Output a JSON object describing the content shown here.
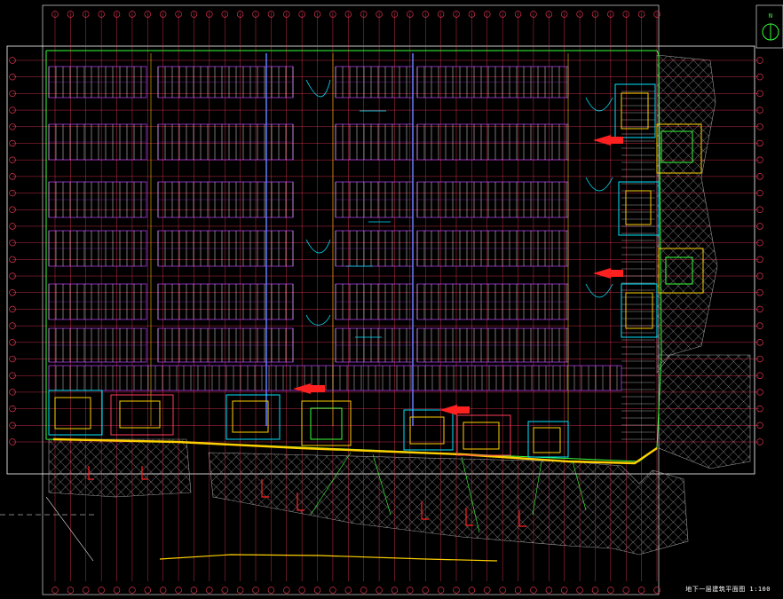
{
  "drawing": {
    "title": "地下一层建筑平面图 1:100",
    "north_label": "N"
  },
  "colors": {
    "background": "#000000",
    "grid_axis": "#ff3b5c",
    "parking": "#c040ff",
    "walls": "#ffffff",
    "boundary": "#39ff39",
    "core": "#ffd000",
    "cyan": "#00e5ff",
    "highlight": "#ff2020",
    "hatch": "#d0d0d0"
  },
  "grid_count": {
    "columns": 40,
    "rows": 24
  }
}
